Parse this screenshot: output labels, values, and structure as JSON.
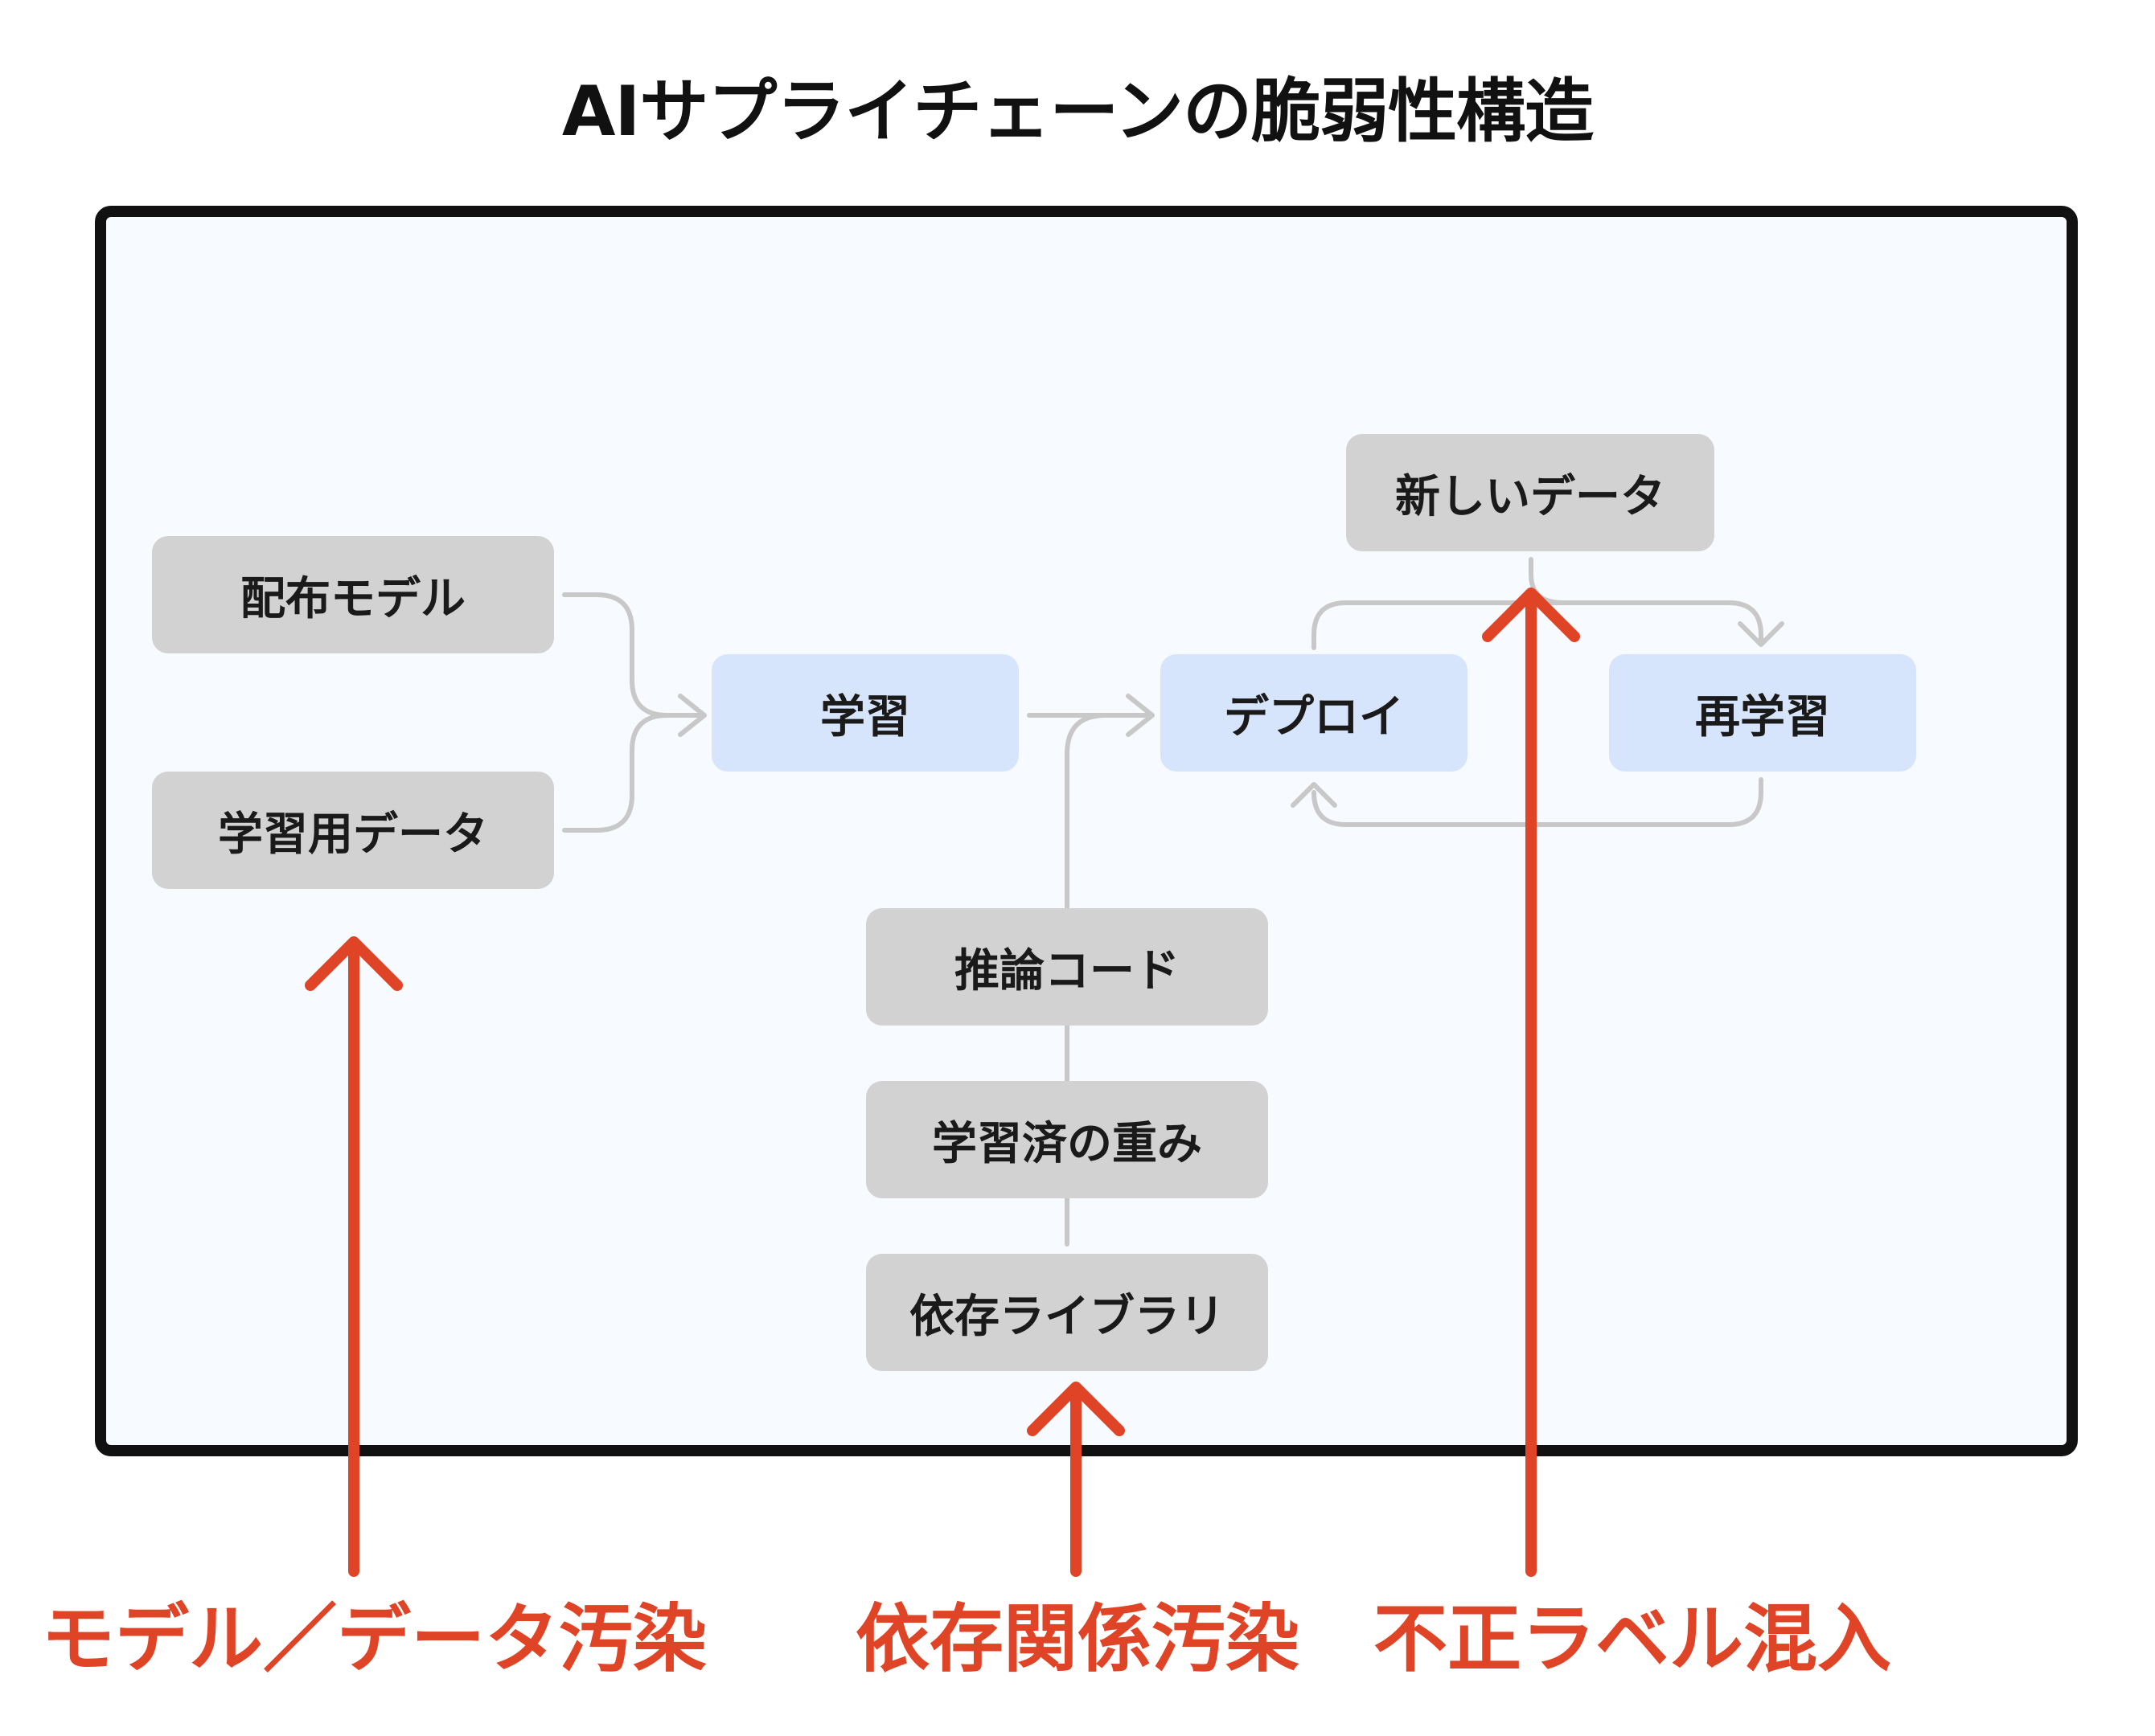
{
  "title": "AIサプライチェーンの脆弱性構造",
  "nodes": {
    "distributed_model": "配布モデル",
    "training_data": "学習用データ",
    "training": "学習",
    "deploy": "デプロイ",
    "new_data": "新しいデータ",
    "retraining": "再学習",
    "inference_code": "推論コード",
    "trained_weights": "学習済の重み",
    "dependency_libraries": "依存ライブラリ"
  },
  "attacks": {
    "model_data_poisoning": "モデル／データ汚染",
    "dependency_poisoning": "依存関係汚染",
    "label_injection": "不正ラベル混入"
  },
  "colors": {
    "node_gray": "#d2d2d2",
    "node_blue": "#d6e5fc",
    "connector": "#c8c8c8",
    "attack": "#e04427",
    "frame": "#111111"
  }
}
